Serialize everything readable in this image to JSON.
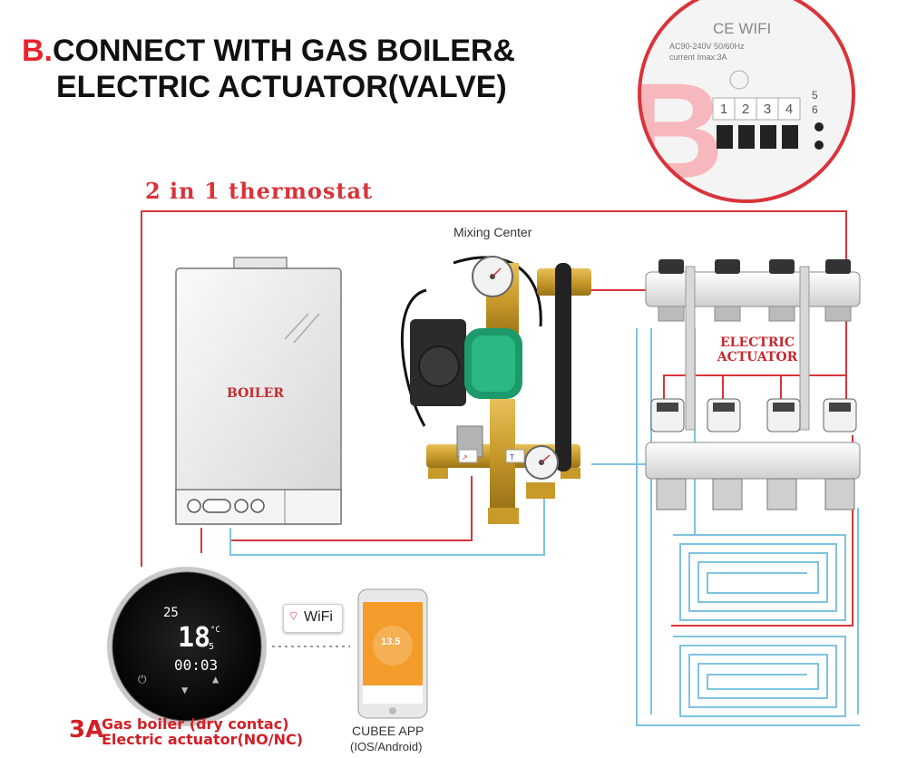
{
  "heading": {
    "prefix": "B.",
    "line1": "CONNECT WITH GAS BOILER&",
    "line2": "ELECTRIC ACTUATOR(VALVE)"
  },
  "labels": {
    "thermostat": "2 in 1 thermostat",
    "mixing_center": "Mixing Center",
    "boiler": "BOILER",
    "electric_actuator_1": "ELECTRIC",
    "electric_actuator_2": "ACTUATOR"
  },
  "terminal_detail": {
    "cert": "CE WIFI",
    "spec_line1": "AC90-240V 50/60Hz",
    "spec_line2": "current Imax:3A",
    "terminals": [
      "1",
      "2",
      "3",
      "4",
      "5",
      "6"
    ],
    "overlay_letter": "B"
  },
  "thermostat_display": {
    "top_value": "25",
    "setpoint": "18",
    "setpoint_decimal": "5",
    "unit": "°C",
    "clock": "00:03"
  },
  "wifi_badge": "WiFi",
  "app": {
    "temperature": "13.5",
    "name": "CUBEE APP",
    "platforms": "(IOS/Android)"
  },
  "bottom_note": {
    "rating": "3A",
    "line1": "Gas boiler (dry contac)",
    "line2": "Electric actuator(NO/NC)"
  },
  "colors": {
    "wire_red": "#d8343a",
    "pipe_blue": "#7ec3e0",
    "accent_red": "#e8232c",
    "app_orange": "#f39c2b"
  }
}
